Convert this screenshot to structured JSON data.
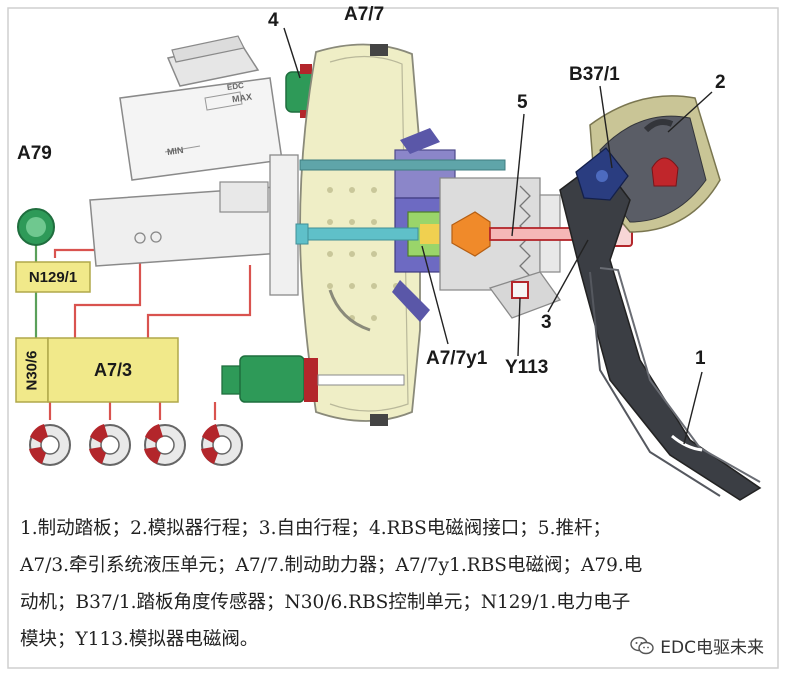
{
  "labels": {
    "n4": "4",
    "a77": "A7/7",
    "b371": "B37/1",
    "n2": "2",
    "a79": "A79",
    "n5": "5",
    "n3": "3",
    "n1": "1",
    "a77y1": "A7/7y1",
    "y113": "Y113",
    "n1291": "N129/1",
    "n306": "N30/6",
    "a73": "A7/3",
    "reservoir_max": "MAX",
    "reservoir_min": "MIN",
    "reservoir_cap": "EDC"
  },
  "caption": [
    "1.制动踏板；2.模拟器行程；3.自由行程；4.RBS电磁阀接口；5.推杆；",
    "A7/3.牵引系统液压单元；A7/7.制动助力器；A7/7y1.RBS电磁阀；A79.电",
    "动机；B37/1.踏板角度传感器；N30/6.RBS控制单元；N129/1.电力电子",
    "模块；Y113.模拟器电磁阀。"
  ],
  "brand": "EDC电驱未来",
  "colors": {
    "booster": "#efeec6",
    "module_box": "#f1e98a",
    "wire_red": "#d9534f",
    "wire_green": "#5aa05a",
    "green_part": "#2e9a58",
    "pedal": "#3b3e44"
  }
}
